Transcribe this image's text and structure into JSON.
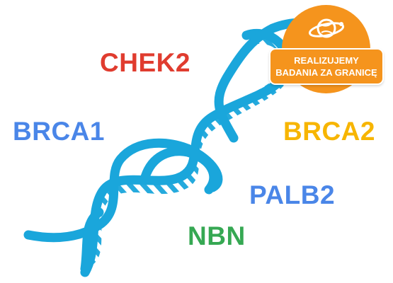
{
  "genes": {
    "chek2": {
      "label": "CHEK2",
      "color": "#e03c2f"
    },
    "brca1": {
      "label": "BRCA1",
      "color": "#4a86e8"
    },
    "brca2": {
      "label": "BRCA2",
      "color": "#f7b500"
    },
    "palb2": {
      "label": "PALB2",
      "color": "#4a86e8"
    },
    "nbn": {
      "label": "NBN",
      "color": "#36a853"
    }
  },
  "badge": {
    "line1": "REALIZUJEMY",
    "line2": "BADANIA ZA GRANICĘ",
    "icon": "globe-orbit-icon",
    "color": "#f5941d"
  },
  "helix": {
    "icon": "dna-helix-icon",
    "color": "#1aa6db"
  }
}
